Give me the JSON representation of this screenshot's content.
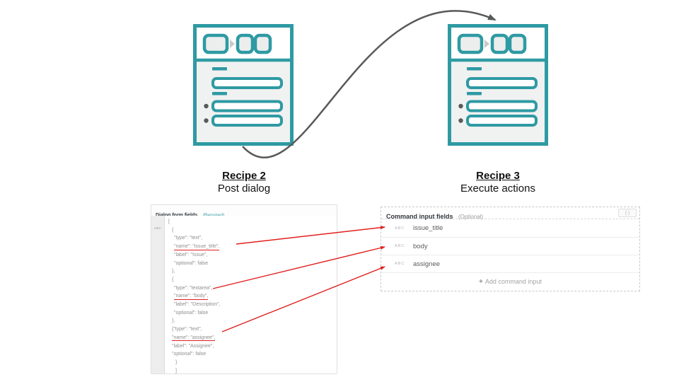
{
  "colors": {
    "teal": "#2E9AA3",
    "red": "#E02020",
    "arrow_gray": "#58595B"
  },
  "diagram": {
    "recipe2": {
      "title": "Recipe 2",
      "subtitle": "Post dialog"
    },
    "recipe3": {
      "title": "Recipe 3",
      "subtitle": "Execute actions"
    }
  },
  "dialog_panel": {
    "title": "Dialog form fields",
    "required_label": "(Required)",
    "gutter_badge": "ABC",
    "code_lines": [
      {
        "text": "[",
        "indent": 1,
        "underline": false
      },
      {
        "text": "{",
        "indent": 2,
        "underline": false
      },
      {
        "text": "\"type\": \"text\",",
        "indent": 3,
        "underline": false
      },
      {
        "text": "\"name\": \"issue_title\",",
        "indent": 3,
        "underline": true
      },
      {
        "text": "\"label\": \"Issue\",",
        "indent": 3,
        "underline": false
      },
      {
        "text": "\"optional\": false",
        "indent": 3,
        "underline": false
      },
      {
        "text": "},",
        "indent": 2,
        "underline": false
      },
      {
        "text": "{",
        "indent": 2,
        "underline": false
      },
      {
        "text": "\"type\": \"textarea\",",
        "indent": 3,
        "underline": false
      },
      {
        "text": "\"name\": \"body\",",
        "indent": 3,
        "underline": true
      },
      {
        "text": "\"label\": \"Description\",",
        "indent": 3,
        "underline": false
      },
      {
        "text": "\"optional\": false",
        "indent": 3,
        "underline": false
      },
      {
        "text": "},",
        "indent": 2,
        "underline": false
      },
      {
        "text": "{\"type\": \"text\",",
        "indent": 2,
        "underline": false
      },
      {
        "text": "\"name\": \"assignee\",",
        "indent": 2,
        "underline": true
      },
      {
        "text": "\"label\": \"Assignee\",",
        "indent": 2,
        "underline": false
      },
      {
        "text": "\"optional\": false",
        "indent": 2,
        "underline": false
      },
      {
        "text": "}",
        "indent": 4,
        "underline": false
      },
      {
        "text": "]",
        "indent": 4,
        "underline": false
      }
    ]
  },
  "command_panel": {
    "title": "Command input fields",
    "optional_label": "(Optional)",
    "code_toggle_label": "{:}",
    "fields": [
      {
        "type_badge": "ABC",
        "name": "issue_title"
      },
      {
        "type_badge": "ABC",
        "name": "body"
      },
      {
        "type_badge": "ABC",
        "name": "assignee"
      }
    ],
    "add_button": {
      "plus": "+",
      "label": "Add command input"
    }
  }
}
